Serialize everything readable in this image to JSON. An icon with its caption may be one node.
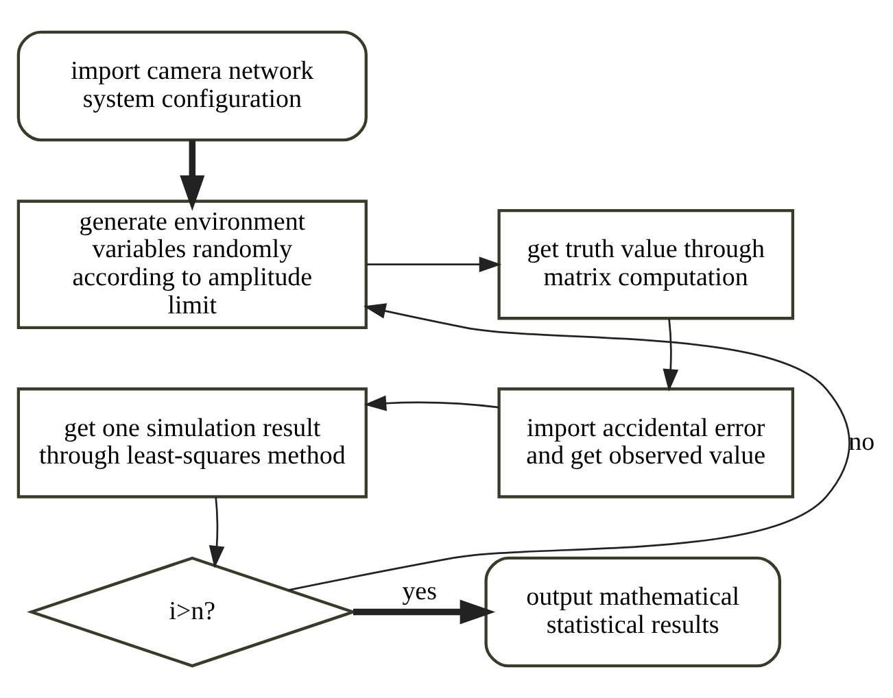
{
  "diagram": {
    "nodes": [
      {
        "text": [
          "import camera network system configuration"
        ]
      },
      {
        "text": [
          "generate environment variables randomly according to amplitude limit"
        ]
      },
      {
        "text": [
          "get truth value through matrix computation"
        ]
      },
      {
        "text": [
          "import accidental error and get observed value"
        ]
      },
      {
        "text": [
          "get one simulation result through least-squares method"
        ]
      },
      {
        "text": [
          "i>n?"
        ]
      },
      {
        "text": [
          "output mathematical statistical results"
        ]
      }
    ],
    "edges": [
      {
        "from": 0,
        "to": 1,
        "arrow": "to",
        "style": "thick"
      },
      {
        "from": 1,
        "to": 2,
        "arrow": "to"
      },
      {
        "from": 2,
        "to": 3,
        "arrow": "to"
      },
      {
        "from": 3,
        "to": 4,
        "arrow": "to"
      },
      {
        "from": 4,
        "to": 5,
        "arrow": "to"
      },
      {
        "from": 5,
        "to": 1,
        "arrow": "to",
        "label": "no"
      },
      {
        "from": 5,
        "to": 6,
        "arrow": "to",
        "label": "yes",
        "style": "thick"
      }
    ]
  }
}
